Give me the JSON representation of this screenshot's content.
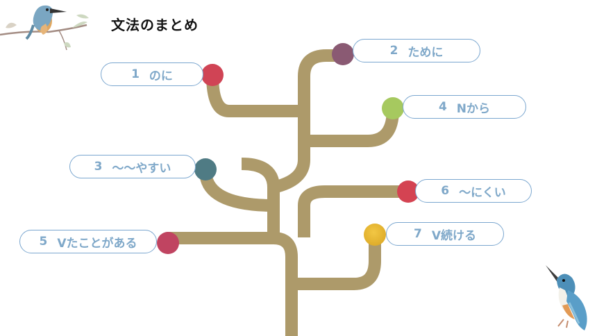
{
  "title": "文法のまとめ",
  "items": [
    {
      "num": "1",
      "label": "のに",
      "color": "#d04455"
    },
    {
      "num": "2",
      "label": "ために",
      "color": "#8a5a73"
    },
    {
      "num": "3",
      "label": "〜〜やすい",
      "color": "#4f7b84"
    },
    {
      "num": "4",
      "label": "Nから",
      "color": "#a6c95f"
    },
    {
      "num": "5",
      "label": "Vたことがある",
      "color": "#c04461"
    },
    {
      "num": "6",
      "label": "〜にくい",
      "color": "#d44352"
    },
    {
      "num": "7",
      "label": "V続ける",
      "color": "#e6b52e"
    }
  ],
  "colors": {
    "trunk": "#ad9a6a",
    "pill_border": "#7aa6cf",
    "pill_text": "#7fa8c9"
  },
  "icons": [
    "kingfisher-top-left",
    "kingfisher-bottom-right"
  ]
}
